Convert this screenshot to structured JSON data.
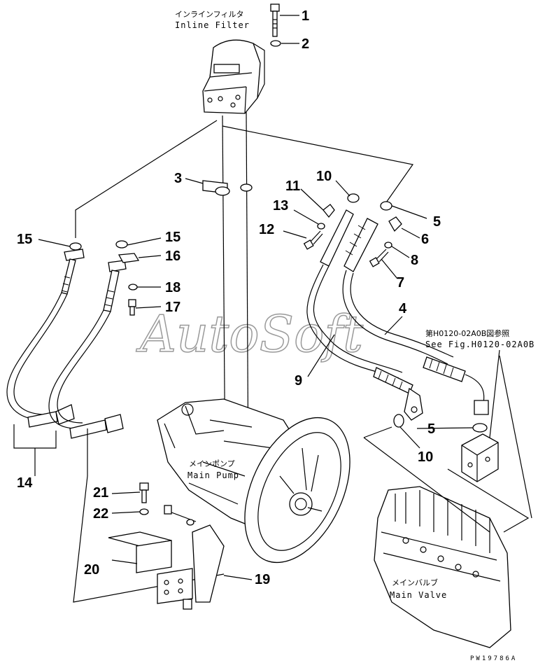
{
  "labels": {
    "inline_filter_jp": "インラインフィルタ",
    "inline_filter_en": "Inline Filter",
    "main_pump_jp": "メインポンプ",
    "main_pump_en": "Main Pump",
    "main_valve_jp": "メインバルブ",
    "main_valve_en": "Main Valve",
    "ref_jp": "第H0120-02A0B図参照",
    "ref_en": "See Fig.H0120-02A0B",
    "watermark": "AutoSoft",
    "drawing_code": "PW19786A"
  },
  "callouts": {
    "c1": "1",
    "c2": "2",
    "c3": "3",
    "c4": "4",
    "c5a": "5",
    "c5b": "5",
    "c6": "6",
    "c7": "7",
    "c8": "8",
    "c9": "9",
    "c10a": "10",
    "c10b": "10",
    "c11": "11",
    "c12": "12",
    "c13": "13",
    "c14": "14",
    "c15a": "15",
    "c15b": "15",
    "c16": "16",
    "c17": "17",
    "c18": "18",
    "c19": "19",
    "c20": "20",
    "c21": "21",
    "c22": "22"
  }
}
